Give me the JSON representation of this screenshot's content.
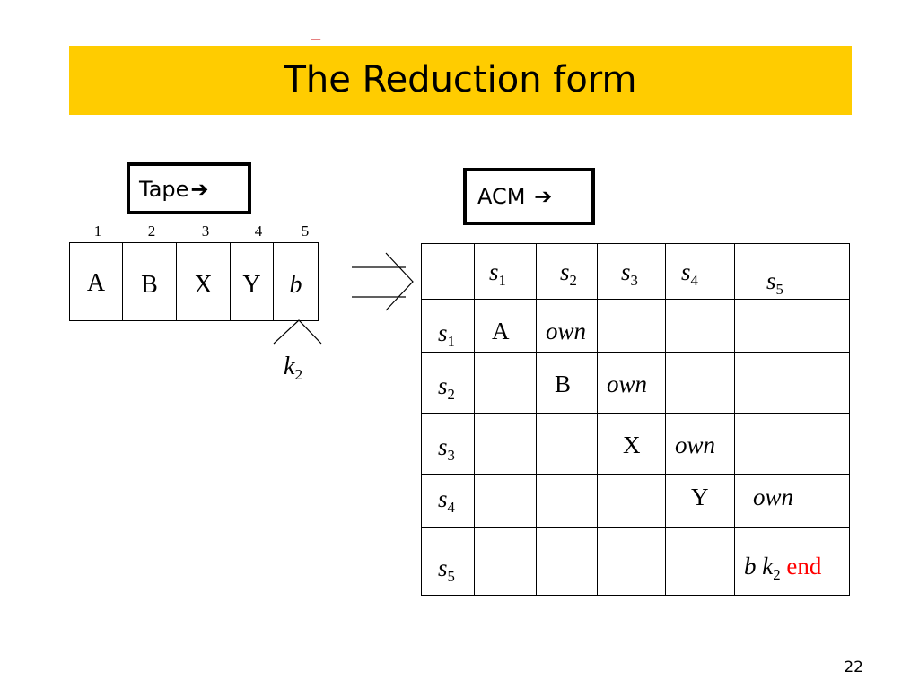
{
  "slide": {
    "top_mark": "_",
    "title": "The Reduction form",
    "page_number": "22"
  },
  "tape": {
    "label": "Tape",
    "arrow": "➔",
    "indices": [
      "1",
      "2",
      "3",
      "4",
      "5"
    ],
    "cells": [
      "A",
      "B",
      "X",
      "Y",
      "b"
    ],
    "head": {
      "symbol": "k",
      "sub": "2"
    }
  },
  "acm": {
    "label": "ACM",
    "arrow": "➔",
    "columns": [
      {
        "sym": "s",
        "sub": "1"
      },
      {
        "sym": "s",
        "sub": "2"
      },
      {
        "sym": "s",
        "sub": "3"
      },
      {
        "sym": "s",
        "sub": "4"
      },
      {
        "sym": "s",
        "sub": "5"
      }
    ],
    "rows": [
      {
        "sym": "s",
        "sub": "1",
        "diag": "A",
        "own": "own"
      },
      {
        "sym": "s",
        "sub": "2",
        "diag": "B",
        "own": "own"
      },
      {
        "sym": "s",
        "sub": "3",
        "diag": "X",
        "own": "own"
      },
      {
        "sym": "s",
        "sub": "4",
        "diag": "Y",
        "own": "own"
      },
      {
        "sym": "s",
        "sub": "5",
        "final": {
          "b": "b",
          "k": "k",
          "k_sub": "2",
          "end": "end"
        }
      }
    ]
  },
  "colors": {
    "title_bar": "#ffcc00",
    "accent_red": "#ff0000"
  }
}
